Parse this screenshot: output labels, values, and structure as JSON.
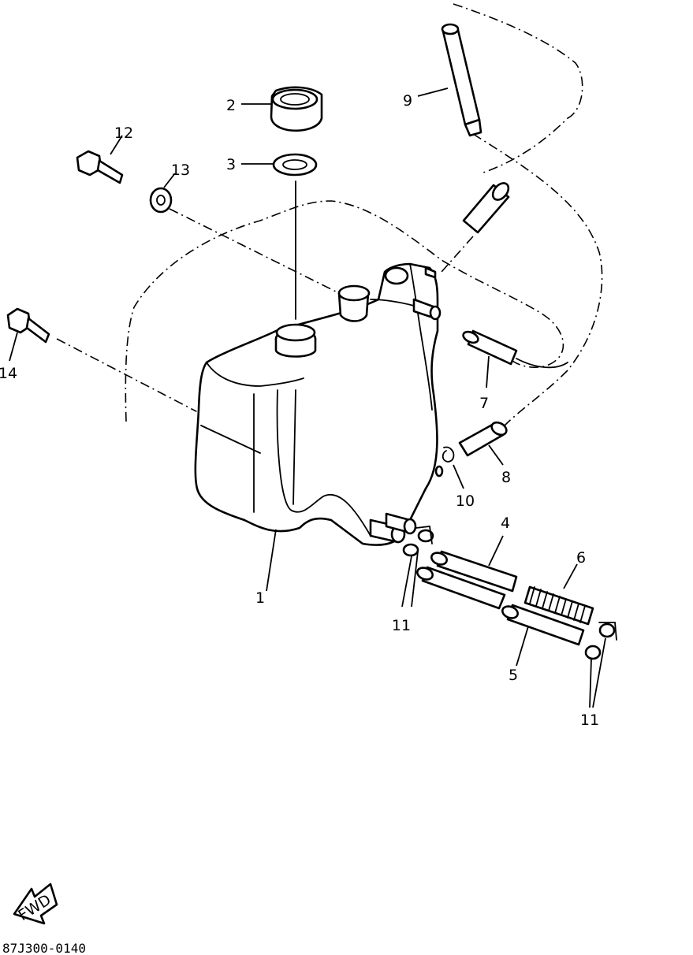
{
  "parts": [
    {
      "id": "tank",
      "label": "1"
    },
    {
      "id": "cap",
      "label": "2"
    },
    {
      "id": "gasket",
      "label": "3"
    },
    {
      "id": "hose-4",
      "label": "4"
    },
    {
      "id": "hose-5",
      "label": "5"
    },
    {
      "id": "hose-6",
      "label": "6"
    },
    {
      "id": "hose-7",
      "label": "7"
    },
    {
      "id": "hose-8",
      "label": "8"
    },
    {
      "id": "hose-9",
      "label": "9"
    },
    {
      "id": "clip-10",
      "label": "10"
    },
    {
      "id": "clamp-left",
      "label": "11"
    },
    {
      "id": "clamp-right",
      "label": "11"
    },
    {
      "id": "bolt-12",
      "label": "12"
    },
    {
      "id": "washer-13",
      "label": "13"
    },
    {
      "id": "bolt-14",
      "label": "14"
    }
  ],
  "fwd_label": "FWD",
  "drawing_code": "87J300-0140"
}
